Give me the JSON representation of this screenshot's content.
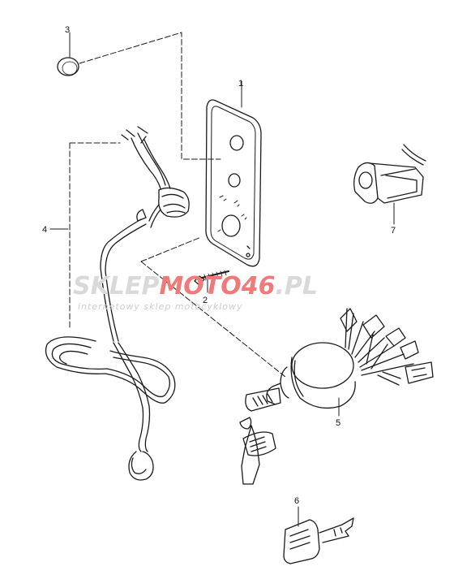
{
  "callouts": [
    {
      "id": "1",
      "text": "1"
    },
    {
      "id": "2",
      "text": "2"
    },
    {
      "id": "3",
      "text": "3"
    },
    {
      "id": "4",
      "text": "4"
    },
    {
      "id": "5",
      "text": "5"
    },
    {
      "id": "6",
      "text": "6"
    },
    {
      "id": "7",
      "text": "7"
    }
  ],
  "watermark": {
    "part1": "SKLEP",
    "part2": "MOTO",
    "part3": "46",
    "part4": ".PL",
    "subtitle": "internetowy sklep motocyklowy",
    "colors": {
      "grey": "#d9d9d9",
      "red": "#f07a7a"
    }
  },
  "colors": {
    "line": "#1a1a1a",
    "background": "#ffffff"
  }
}
